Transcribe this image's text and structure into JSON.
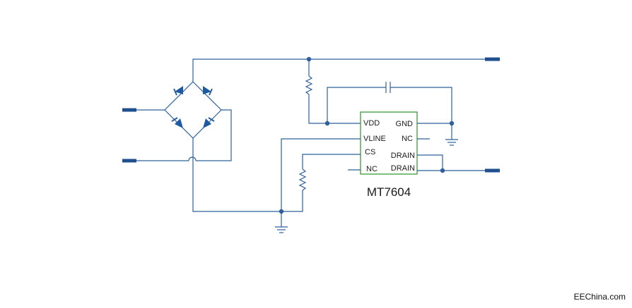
{
  "chip": {
    "name": "MT7604",
    "pins_left": [
      "VDD",
      "VLINE",
      "CS",
      "NC"
    ],
    "pins_right": [
      "GND",
      "NC",
      "DRAIN",
      "DRAIN"
    ]
  },
  "watermark": "EEChina.com",
  "colors": {
    "wire": "#2f5f9c",
    "chip_outline": "#3a9a3a",
    "terminal": "#1f4f8f"
  }
}
